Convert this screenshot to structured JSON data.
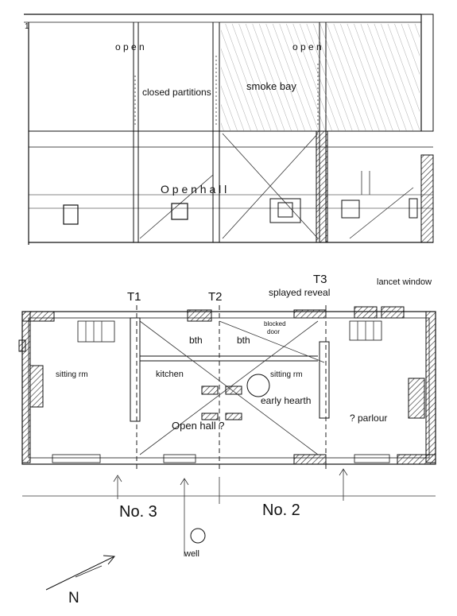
{
  "section": {
    "open_left": "o p e n",
    "open_right": "o p e n",
    "closed_partitions": "closed partitions",
    "smoke_bay": "smoke bay",
    "open_hall": "O p e n  h a l l",
    "corner_mark": "1"
  },
  "plan": {
    "truss_1": "T1",
    "truss_2": "T2",
    "truss_3": "T3",
    "splayed_reveal": "splayed reveal",
    "lancet_window": "lancet window",
    "blocked_door_line1": "blocked",
    "blocked_door_line2": "door",
    "bth_left": "bth",
    "bth_right": "bth",
    "sitting_rm_left": "sitting rm",
    "kitchen": "kitchen",
    "sitting_rm_right": "sitting rm",
    "early_hearth": "early hearth",
    "open_hall": "Open  hall ?",
    "parlour": "? parlour",
    "house_no3": "No. 3",
    "house_no2": "No. 2",
    "well": "well",
    "north": "N"
  }
}
